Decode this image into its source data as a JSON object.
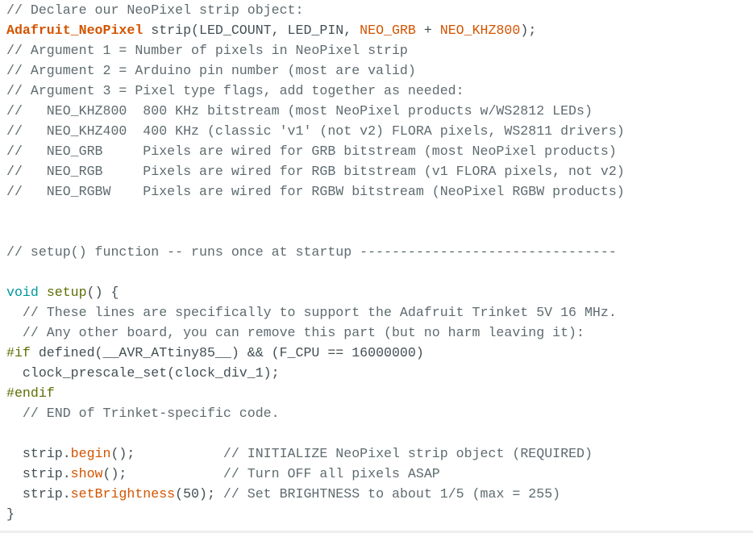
{
  "code": {
    "language": "Arduino C++",
    "colors": {
      "comment": "#5f6b6f",
      "type": "#d35400",
      "constant": "#d35400",
      "keyword": "#00979c",
      "function": "#5e6d03",
      "preprocessor": "#5e6d03",
      "method": "#d35400",
      "text": "#434f54"
    },
    "lines": {
      "l1": {
        "comment": "// Declare our NeoPixel strip object:"
      },
      "l2": {
        "type": "Adafruit_NeoPixel",
        "t1": " strip(LED_COUNT, LED_PIN, ",
        "c1": "NEO_GRB",
        "t2": " + ",
        "c2": "NEO_KHZ800",
        "t3": ");"
      },
      "l3": {
        "comment": "// Argument 1 = Number of pixels in NeoPixel strip"
      },
      "l4": {
        "comment": "// Argument 2 = Arduino pin number (most are valid)"
      },
      "l5": {
        "comment": "// Argument 3 = Pixel type flags, add together as needed:"
      },
      "l6": {
        "comment": "//   NEO_KHZ800  800 KHz bitstream (most NeoPixel products w/WS2812 LEDs)"
      },
      "l7": {
        "comment": "//   NEO_KHZ400  400 KHz (classic 'v1' (not v2) FLORA pixels, WS2811 drivers)"
      },
      "l8": {
        "comment": "//   NEO_GRB     Pixels are wired for GRB bitstream (most NeoPixel products)"
      },
      "l9": {
        "comment": "//   NEO_RGB     Pixels are wired for RGB bitstream (v1 FLORA pixels, not v2)"
      },
      "l10": {
        "comment": "//   NEO_RGBW    Pixels are wired for RGBW bitstream (NeoPixel RGBW products)"
      },
      "l11": {},
      "l12": {},
      "l13": {
        "comment": "// setup() function -- runs once at startup --------------------------------"
      },
      "l14": {},
      "l15": {
        "keyword": "void",
        "sp": " ",
        "fn": "setup",
        "t1": "() {"
      },
      "l16": {
        "comment": "  // These lines are specifically to support the Adafruit Trinket 5V 16 MHz."
      },
      "l17": {
        "comment": "  // Any other board, you can remove this part (but no harm leaving it):"
      },
      "l18": {
        "pp": "#if",
        "t1": " defined(__AVR_ATtiny85__) && (F_CPU == 16000000)"
      },
      "l19": {
        "t1": "  clock_prescale_set(clock_div_1);"
      },
      "l20": {
        "pp": "#endif"
      },
      "l21": {
        "comment": "  // END of Trinket-specific code."
      },
      "l22": {},
      "l23": {
        "t1": "  strip.",
        "method": "begin",
        "t2": "();           ",
        "comment": "// INITIALIZE NeoPixel strip object (REQUIRED)"
      },
      "l24": {
        "t1": "  strip.",
        "method": "show",
        "t2": "();            ",
        "comment": "// Turn OFF all pixels ASAP"
      },
      "l25": {
        "t1": "  strip.",
        "method": "setBrightness",
        "t2": "(50); ",
        "comment": "// Set BRIGHTNESS to about 1/5 (max = 255)"
      },
      "l26": {
        "t1": "}"
      }
    }
  }
}
